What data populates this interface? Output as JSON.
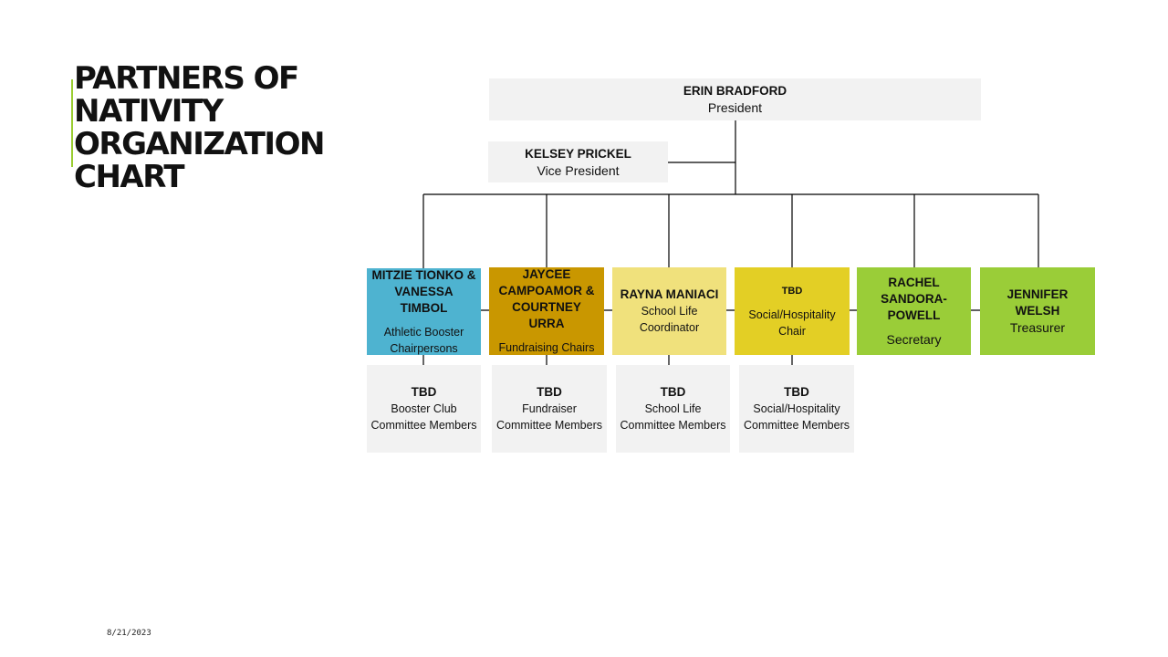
{
  "title_lines": [
    "PARTNERS OF",
    "NATIVITY",
    "ORGANIZATION",
    "CHART"
  ],
  "footer_date": "8/21/2023",
  "colors": {
    "accent": "#9acd32",
    "light_gray": "#f2f2f2",
    "blue": "#4eb3d0",
    "gold": "#c99700",
    "pale_yellow": "#f0e17c",
    "yellow": "#e3cf25",
    "green": "#9acd38"
  },
  "president": {
    "name": "ERIN BRADFORD",
    "role": "President"
  },
  "vice_president": {
    "name": "KELSEY PRICKEL",
    "role": "Vice President"
  },
  "chairs": [
    {
      "name": "MITZIE TIONKO & VANESSA TIMBOL",
      "role": "Athletic Booster Chairpersons"
    },
    {
      "name": "JAYCEE CAMPOAMOR & COURTNEY URRA",
      "role": "Fundraising Chairs"
    },
    {
      "name": "RAYNA MANIACI",
      "role": "School Life Coordinator"
    },
    {
      "name": "TBD",
      "role": "Social/Hospitality Chair"
    },
    {
      "name": "RACHEL SANDORA-POWELL",
      "role": "Secretary"
    },
    {
      "name": "JENNIFER WELSH",
      "role": "Treasurer"
    }
  ],
  "committees": [
    {
      "name": "TBD",
      "role": "Booster Club Committee Members"
    },
    {
      "name": "TBD",
      "role": "Fundraiser Committee Members"
    },
    {
      "name": "TBD",
      "role": "School Life Committee Members"
    },
    {
      "name": "TBD",
      "role": "Social/Hospitality Committee Members"
    }
  ]
}
